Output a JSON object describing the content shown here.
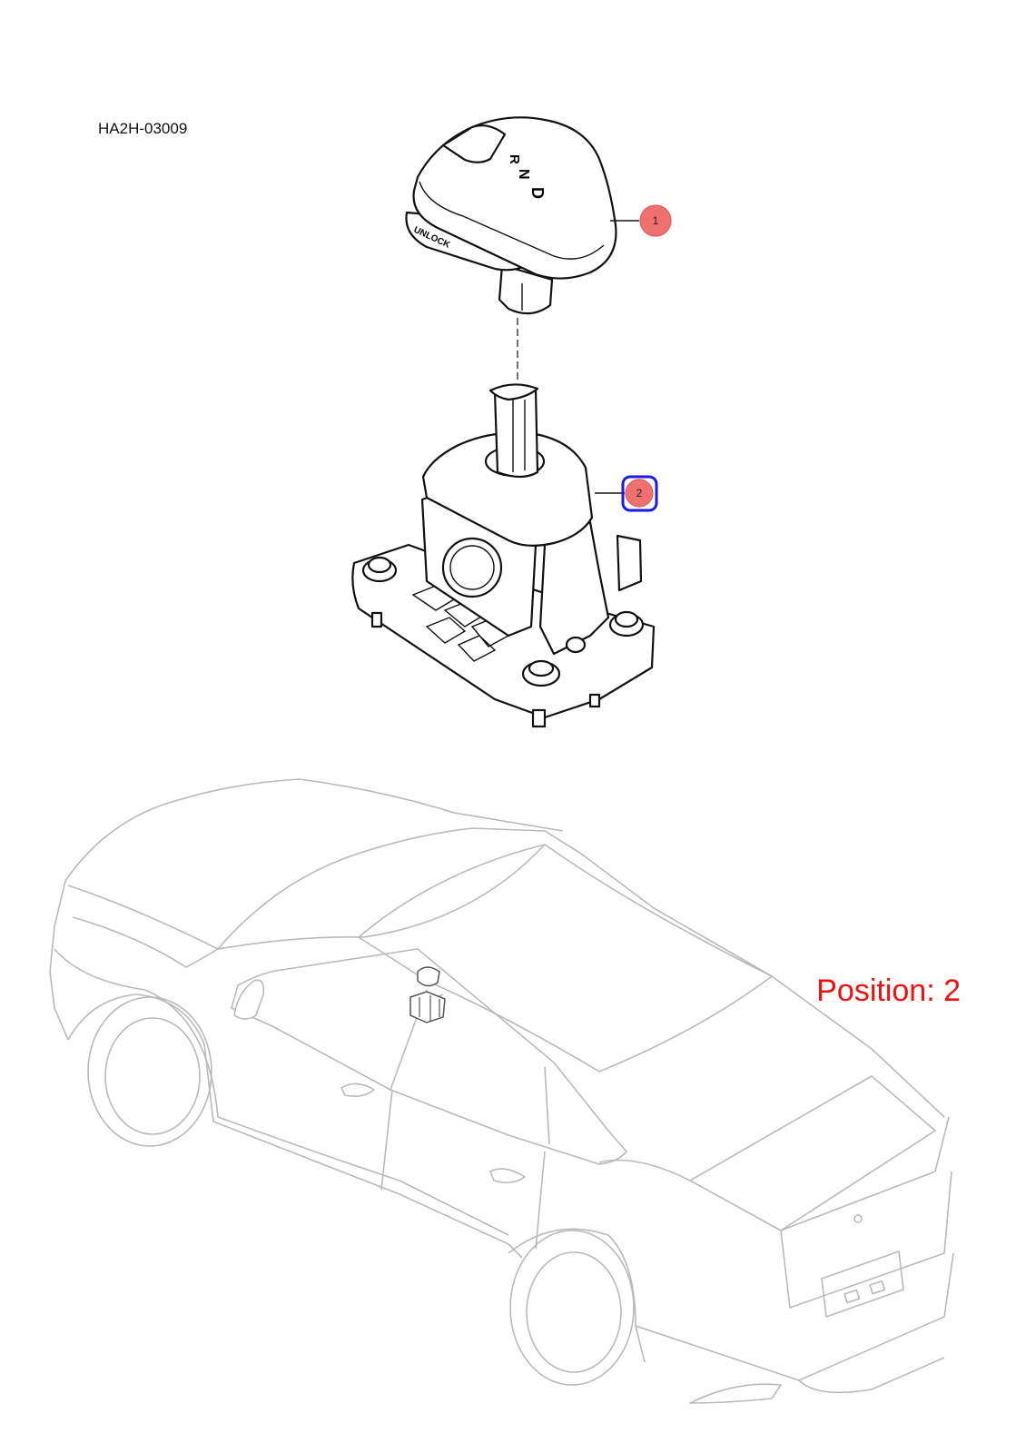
{
  "diagram": {
    "code": "HA2H-03009",
    "position_label": "Position: 2",
    "knob_letters": [
      "D",
      "N",
      "R"
    ],
    "knob_side_text": "UNLOCK",
    "callouts": [
      {
        "number": "1",
        "state": "normal"
      },
      {
        "number": "2",
        "state": "selected"
      }
    ]
  },
  "colors": {
    "callout_fill": "#f07070",
    "callout_selected_ring": "#1a1ae0",
    "position_text": "#ee1111",
    "car_outline": "#b9b9b9"
  }
}
